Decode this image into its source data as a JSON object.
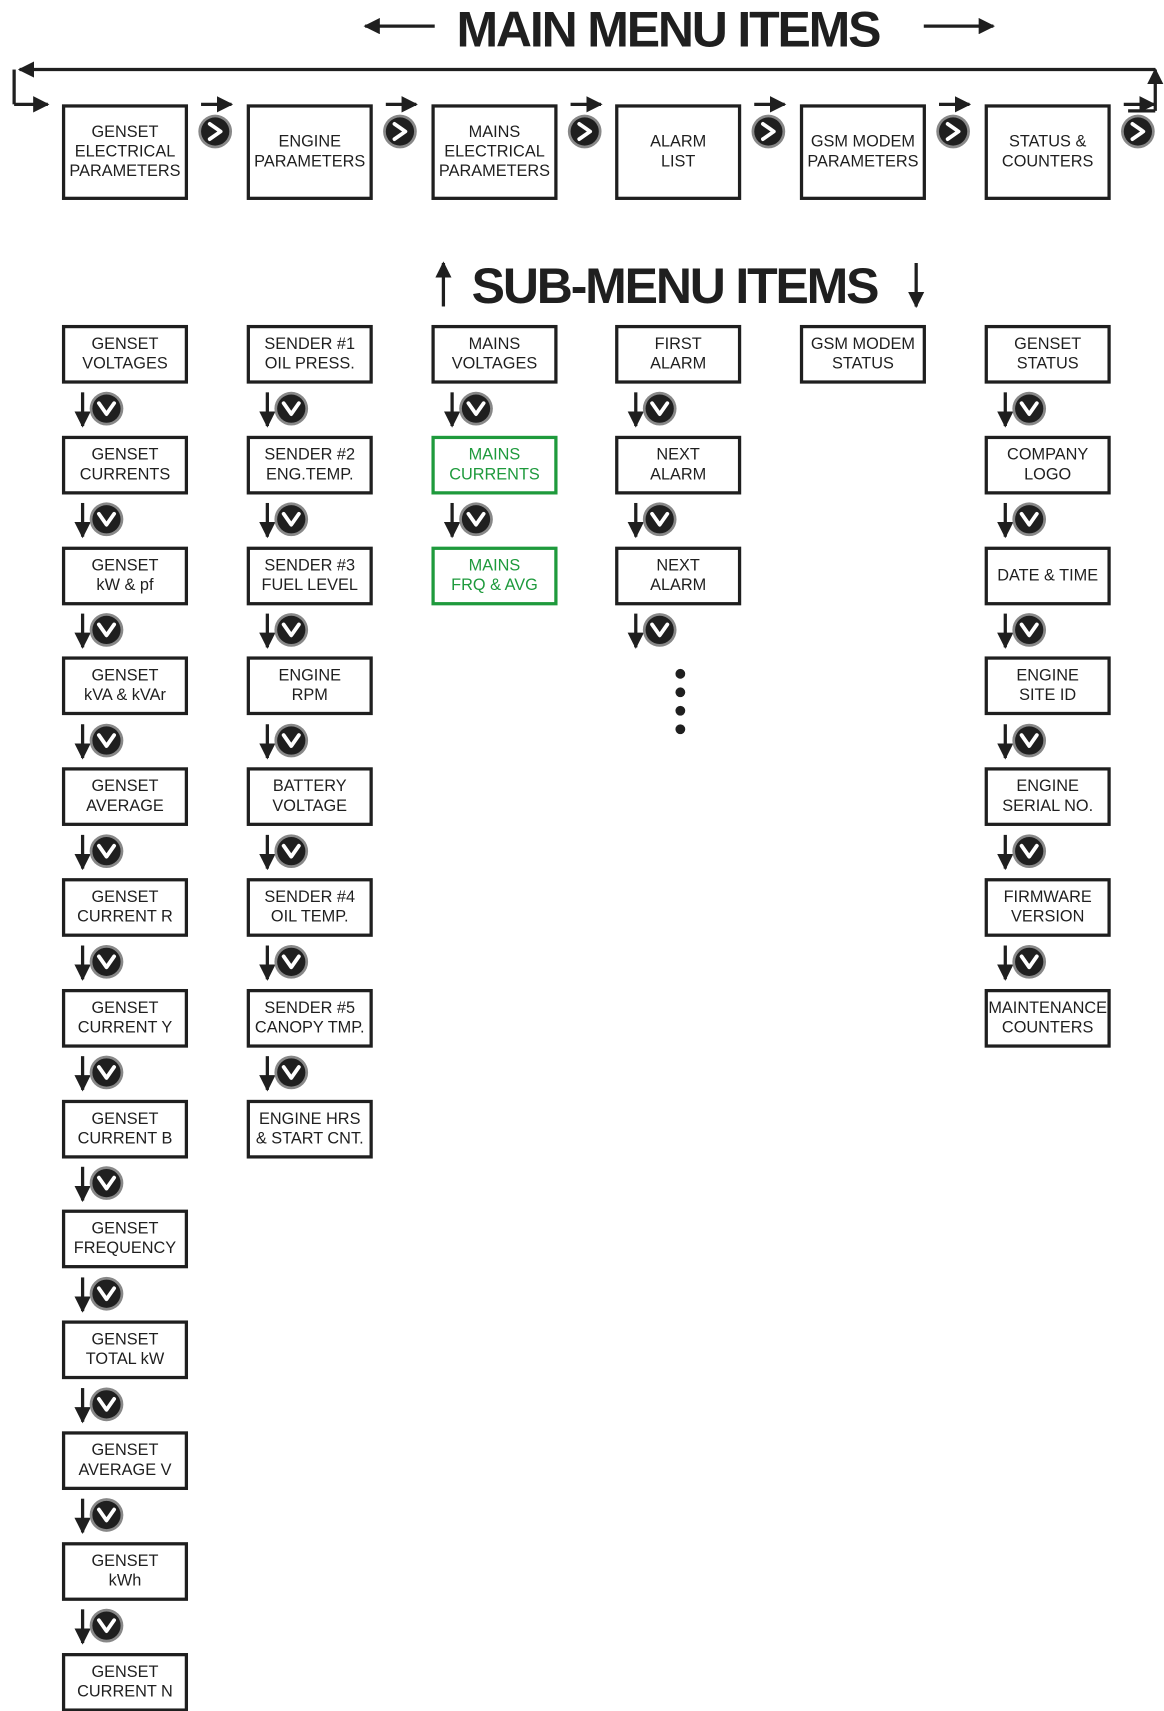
{
  "titles": {
    "main": "MAIN MENU ITEMS",
    "sub": "SUB-MENU ITEMS"
  },
  "colors": {
    "ink": "#1f1f1f",
    "highlight": "#1e9a3c",
    "background": "#ffffff"
  },
  "icons": {
    "next_button": "chevron-right-button-icon",
    "down_button": "chevron-down-button-icon"
  },
  "main_menu": [
    {
      "lines": [
        "GENSET",
        "ELECTRICAL",
        "PARAMETERS"
      ]
    },
    {
      "lines": [
        "ENGINE",
        "PARAMETERS"
      ]
    },
    {
      "lines": [
        "MAINS",
        "ELECTRICAL",
        "PARAMETERS"
      ]
    },
    {
      "lines": [
        "ALARM",
        "LIST"
      ]
    },
    {
      "lines": [
        "GSM MODEM",
        "PARAMETERS"
      ]
    },
    {
      "lines": [
        "STATUS &",
        "COUNTERS"
      ]
    }
  ],
  "sub_menus": [
    [
      {
        "lines": [
          "GENSET",
          "VOLTAGES"
        ]
      },
      {
        "lines": [
          "GENSET",
          "CURRENTS"
        ]
      },
      {
        "lines": [
          "GENSET",
          "kW & pf"
        ]
      },
      {
        "lines": [
          "GENSET",
          "kVA & kVAr"
        ]
      },
      {
        "lines": [
          "GENSET",
          "AVERAGE"
        ]
      },
      {
        "lines": [
          "GENSET",
          "CURRENT R"
        ]
      },
      {
        "lines": [
          "GENSET",
          "CURRENT Y"
        ]
      },
      {
        "lines": [
          "GENSET",
          "CURRENT B"
        ]
      },
      {
        "lines": [
          "GENSET",
          "FREQUENCY"
        ]
      },
      {
        "lines": [
          "GENSET",
          "TOTAL kW"
        ]
      },
      {
        "lines": [
          "GENSET",
          "AVERAGE V"
        ]
      },
      {
        "lines": [
          "GENSET",
          "kWh"
        ]
      },
      {
        "lines": [
          "GENSET",
          "CURRENT N"
        ]
      }
    ],
    [
      {
        "lines": [
          "SENDER #1",
          "OIL PRESS."
        ]
      },
      {
        "lines": [
          "SENDER #2",
          "ENG.TEMP."
        ]
      },
      {
        "lines": [
          "SENDER #3",
          "FUEL LEVEL"
        ]
      },
      {
        "lines": [
          "ENGINE",
          "RPM"
        ]
      },
      {
        "lines": [
          "BATTERY",
          "VOLTAGE"
        ]
      },
      {
        "lines": [
          "SENDER #4",
          "OIL TEMP."
        ]
      },
      {
        "lines": [
          "SENDER #5",
          "CANOPY TMP."
        ]
      },
      {
        "lines": [
          "ENGINE HRS",
          "& START CNT."
        ]
      }
    ],
    [
      {
        "lines": [
          "MAINS",
          "VOLTAGES"
        ]
      },
      {
        "lines": [
          "MAINS",
          "CURRENTS"
        ],
        "highlight": true
      },
      {
        "lines": [
          "MAINS",
          "FRQ & AVG"
        ],
        "highlight": true
      }
    ],
    [
      {
        "lines": [
          "FIRST",
          "ALARM"
        ]
      },
      {
        "lines": [
          "NEXT",
          "ALARM"
        ]
      },
      {
        "lines": [
          "NEXT",
          "ALARM"
        ]
      }
    ],
    [
      {
        "lines": [
          "GSM MODEM",
          "STATUS"
        ]
      }
    ],
    [
      {
        "lines": [
          "GENSET",
          "STATUS"
        ]
      },
      {
        "lines": [
          "COMPANY",
          "LOGO"
        ]
      },
      {
        "lines": [
          "DATE & TIME"
        ]
      },
      {
        "lines": [
          "ENGINE",
          "SITE ID"
        ]
      },
      {
        "lines": [
          "ENGINE",
          "SERIAL NO."
        ]
      },
      {
        "lines": [
          "FIRMWARE",
          "VERSION"
        ]
      },
      {
        "lines": [
          "MAINTENANCE",
          "COUNTERS"
        ]
      }
    ]
  ]
}
